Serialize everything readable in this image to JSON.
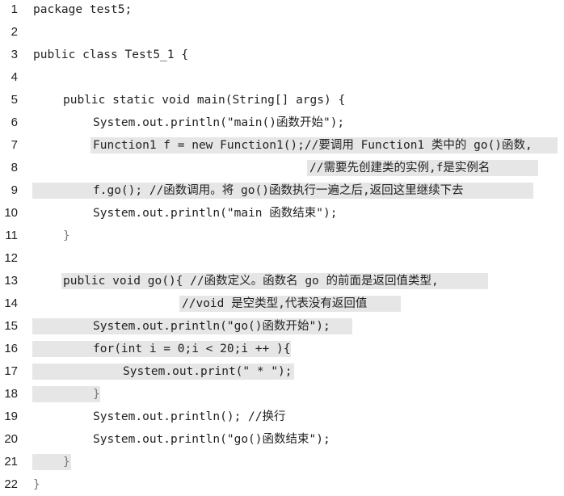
{
  "lines": [
    {
      "num": "1",
      "text": "package test5;"
    },
    {
      "num": "2",
      "text": ""
    },
    {
      "num": "3",
      "text": "public class Test5_1 {"
    },
    {
      "num": "4",
      "text": ""
    },
    {
      "num": "5",
      "text": "public static void main(String[] args) {"
    },
    {
      "num": "6",
      "text": "System.out.println(\"main()函数开始\");"
    },
    {
      "num": "7",
      "text": "Function1 f = new Function1();//要调用 Function1 类中的 go()函数,"
    },
    {
      "num": "8",
      "text": "//需要先创建类的实例,f是实例名"
    },
    {
      "num": "9",
      "text": "f.go(); //函数调用。将 go()函数执行一遍之后,返回这里继续下去"
    },
    {
      "num": "10",
      "text": "System.out.println(\"main 函数结束\");"
    },
    {
      "num": "11",
      "text": "}"
    },
    {
      "num": "12",
      "text": ""
    },
    {
      "num": "13",
      "text": "public void go(){ //函数定义。函数名 go 的前面是返回值类型,"
    },
    {
      "num": "14",
      "text": "//void 是空类型,代表没有返回值"
    },
    {
      "num": "15",
      "text": "System.out.println(\"go()函数开始\");"
    },
    {
      "num": "16",
      "text": "for(int i = 0;i < 20;i ++ ){"
    },
    {
      "num": "17",
      "text": "System.out.print(\" * \");"
    },
    {
      "num": "18",
      "text": "}"
    },
    {
      "num": "19",
      "text": "System.out.println(); //换行"
    },
    {
      "num": "20",
      "text": "System.out.println(\"go()函数结束\");"
    },
    {
      "num": "21",
      "text": "}"
    },
    {
      "num": "22",
      "text": "}"
    }
  ]
}
